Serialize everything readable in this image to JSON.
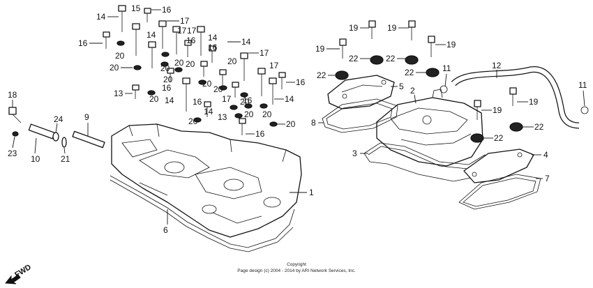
{
  "labels": {
    "l1": "1",
    "l2": "2",
    "l3": "3",
    "l4": "4",
    "l5": "5",
    "l6": "6",
    "l7": "7",
    "l8": "8",
    "l9": "9",
    "l10": "10",
    "l11a": "11",
    "l11b": "11",
    "l12": "12",
    "l13a": "13",
    "l13b": "13",
    "l14a": "14",
    "l14b": "14",
    "l14c": "14",
    "l14d": "14",
    "l14e": "14",
    "l14f": "14",
    "l14g": "14",
    "l15": "15",
    "l16a": "16",
    "l16b": "16",
    "l16c": "16",
    "l16d": "16",
    "l16e": "16",
    "l16f": "16",
    "l16g": "16",
    "l16h": "16",
    "l16i": "16",
    "l17a": "17",
    "l17b": "17",
    "l17c": "17",
    "l17d": "17",
    "l17e": "17",
    "l18": "18",
    "l19a": "19",
    "l19b": "19",
    "l19c": "19",
    "l19d": "19",
    "l19e": "19",
    "l19f": "19",
    "l20a": "20",
    "l20b": "20",
    "l20c": "20",
    "l20d": "20",
    "l20e": "20",
    "l20f": "20",
    "l20g": "20",
    "l20h": "20",
    "l20i": "20",
    "l20j": "20",
    "l20k": "20",
    "l20l": "20",
    "l20m": "20",
    "l20n": "20",
    "l21": "21",
    "l22a": "22",
    "l22b": "22",
    "l22c": "22",
    "l22d": "22",
    "l22e": "22",
    "l22f": "22",
    "l23": "23",
    "l24": "24"
  },
  "fwd_label": "FWD",
  "footer": {
    "line1": "Copyright",
    "line2": "Page design (c) 2004 - 2014 by ARI Network Services, Inc."
  }
}
